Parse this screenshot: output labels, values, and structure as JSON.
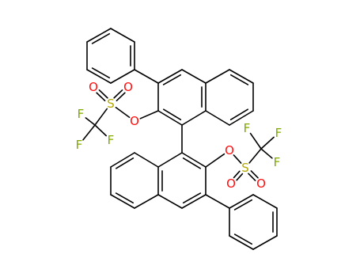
{
  "molecule": {
    "atoms": [
      {
        "id": "O1",
        "symbol": "O"
      },
      {
        "id": "S1",
        "symbol": "S"
      },
      {
        "id": "O1a",
        "symbol": "O"
      },
      {
        "id": "O1b",
        "symbol": "O"
      },
      {
        "id": "F1a",
        "symbol": "F"
      },
      {
        "id": "F1b",
        "symbol": "F"
      },
      {
        "id": "F1c",
        "symbol": "F"
      },
      {
        "id": "O2",
        "symbol": "O"
      },
      {
        "id": "S2",
        "symbol": "S"
      },
      {
        "id": "O2a",
        "symbol": "O"
      },
      {
        "id": "O2b",
        "symbol": "O"
      },
      {
        "id": "F2a",
        "symbol": "F"
      },
      {
        "id": "F2b",
        "symbol": "F"
      },
      {
        "id": "F2c",
        "symbol": "F"
      }
    ]
  },
  "colors": {
    "bond": "#000000",
    "O": "#ff0d0d",
    "S": "#b3a800",
    "F": "#7fa800"
  }
}
